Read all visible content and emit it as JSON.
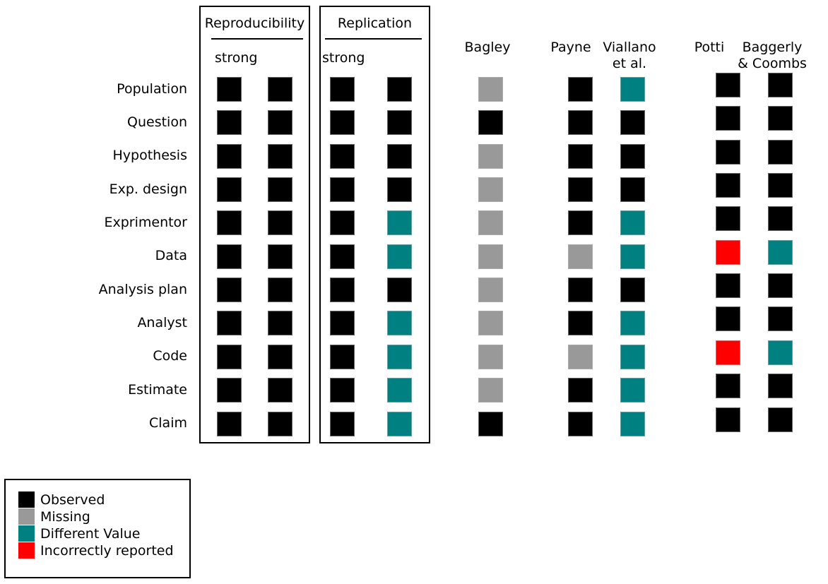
{
  "figure": {
    "background": "#ffffff"
  },
  "chart_data": {
    "type": "heatmap",
    "rows": [
      "Population",
      "Question",
      "Hypothesis",
      "Exp. design",
      "Exprimentor",
      "Data",
      "Analysis plan",
      "Analyst",
      "Code",
      "Estimate",
      "Claim"
    ],
    "value_colors": {
      "observed": "#000000",
      "missing": "#999999",
      "different": "#008080",
      "incorrect": "#ff0000"
    },
    "boxes": [
      {
        "title": "Reproducibility",
        "subtitle": "strong",
        "columns": [
          {
            "values": [
              "observed",
              "observed",
              "observed",
              "observed",
              "observed",
              "observed",
              "observed",
              "observed",
              "observed",
              "observed",
              "observed"
            ]
          },
          {
            "values": [
              "observed",
              "observed",
              "observed",
              "observed",
              "observed",
              "observed",
              "observed",
              "observed",
              "observed",
              "observed",
              "observed"
            ]
          }
        ]
      },
      {
        "title": "Replication",
        "subtitle": "strong",
        "columns": [
          {
            "values": [
              "observed",
              "observed",
              "observed",
              "observed",
              "observed",
              "observed",
              "observed",
              "observed",
              "observed",
              "observed",
              "observed"
            ]
          },
          {
            "values": [
              "observed",
              "observed",
              "observed",
              "observed",
              "different",
              "different",
              "observed",
              "different",
              "different",
              "different",
              "different"
            ]
          }
        ]
      }
    ],
    "study_columns": [
      {
        "header": [
          "Bagley"
        ],
        "values": [
          "missing",
          "observed",
          "missing",
          "missing",
          "missing",
          "missing",
          "missing",
          "missing",
          "missing",
          "missing",
          "observed"
        ]
      },
      {
        "header": [
          "Payne"
        ],
        "values": [
          "observed",
          "observed",
          "observed",
          "observed",
          "observed",
          "missing",
          "observed",
          "observed",
          "missing",
          "observed",
          "observed"
        ]
      },
      {
        "header": [
          "Viallano",
          "et al."
        ],
        "values": [
          "different",
          "observed",
          "observed",
          "observed",
          "different",
          "different",
          "observed",
          "different",
          "different",
          "different",
          "different"
        ]
      },
      {
        "header": [
          "Potti"
        ],
        "values": [
          "observed",
          "observed",
          "observed",
          "observed",
          "observed",
          "incorrect",
          "observed",
          "observed",
          "incorrect",
          "observed",
          "observed"
        ]
      },
      {
        "header": [
          "Baggerly",
          "& Coombs"
        ],
        "values": [
          "observed",
          "observed",
          "observed",
          "observed",
          "observed",
          "different",
          "observed",
          "observed",
          "different",
          "observed",
          "observed"
        ]
      }
    ],
    "legend": {
      "items": [
        {
          "label": "Observed",
          "value": "observed"
        },
        {
          "label": "Missing",
          "value": "missing"
        },
        {
          "label": "Different Value",
          "value": "different"
        },
        {
          "label": "Incorrectly reported",
          "value": "incorrect"
        }
      ]
    }
  }
}
